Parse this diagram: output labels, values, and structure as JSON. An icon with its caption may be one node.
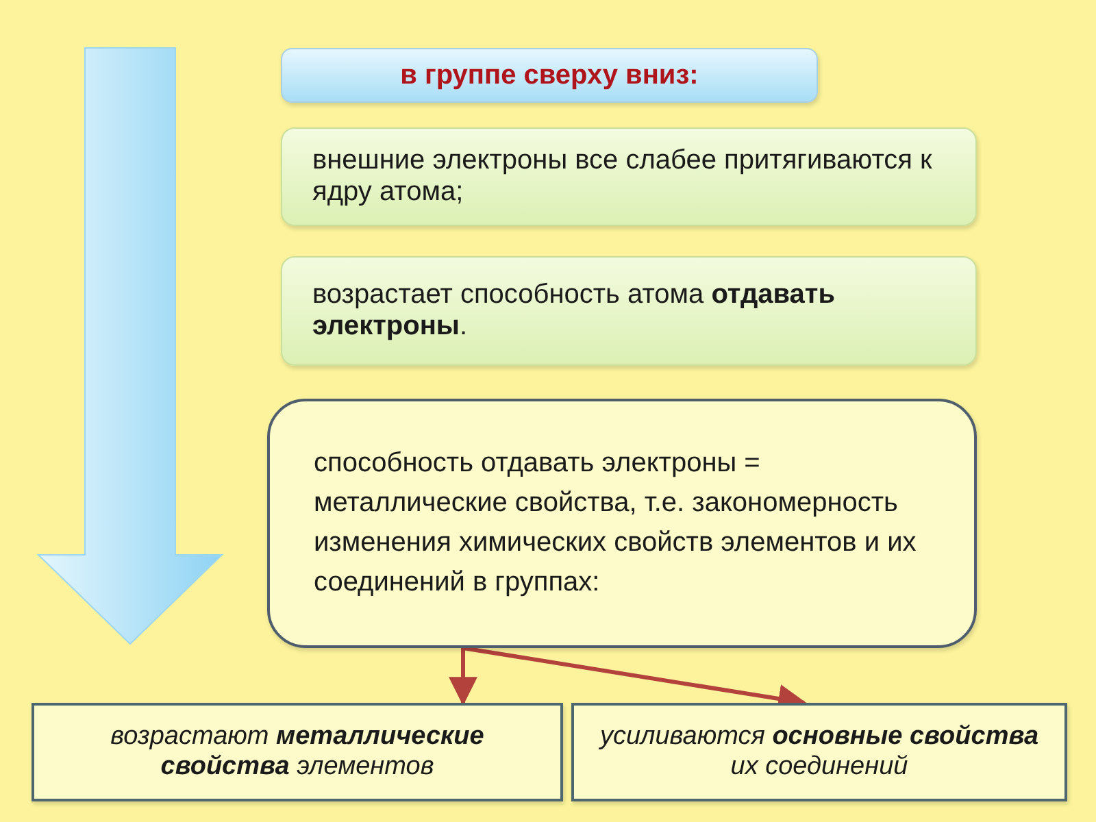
{
  "diagram": {
    "nodes": [
      {
        "text": [
          "в группе сверху вниз:"
        ]
      },
      {
        "text": [
          "внешние электроны все слабее притягиваются к ядру атома;"
        ]
      },
      {
        "text": [
          "возрастает способность атома **отдавать электроны**."
        ]
      },
      {
        "text": [
          "способность отдавать электроны = металлические свойства, т.е. закономерность изменения химических свойств элементов и их соединений в группах:"
        ]
      },
      {
        "text": [
          "возрастают **металлические свойства** элементов"
        ]
      },
      {
        "text": [
          "усиливаются **основные свойства** их соединений"
        ]
      }
    ],
    "edges": [
      {
        "from": 3,
        "to": 4,
        "arrow": "to"
      },
      {
        "from": 3,
        "to": 5,
        "arrow": "to"
      }
    ]
  }
}
